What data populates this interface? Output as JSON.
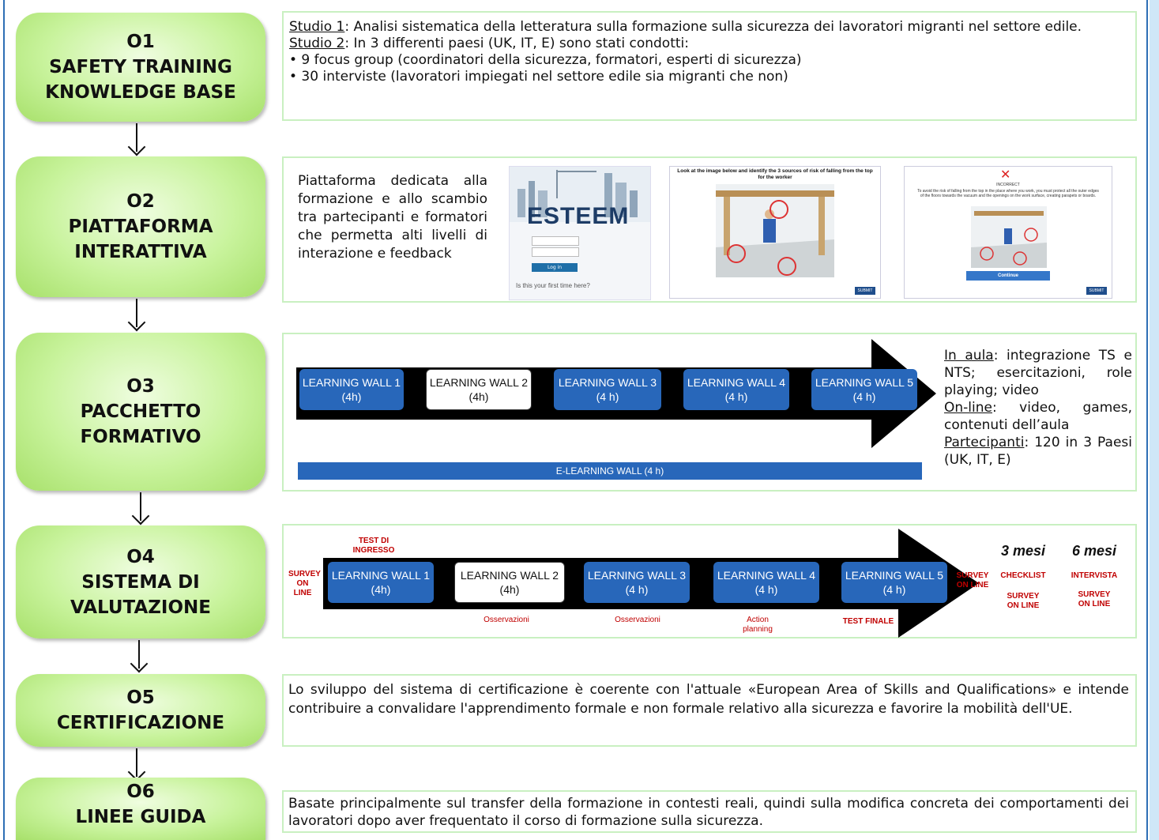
{
  "objectives": [
    {
      "code": "O1",
      "lines": [
        "SAFETY TRAINING",
        "KNOWLEDGE BASE"
      ]
    },
    {
      "code": "O2",
      "lines": [
        "PIATTAFORMA",
        "INTERATTIVA"
      ]
    },
    {
      "code": "O3",
      "lines": [
        "PACCHETTO",
        "FORMATIVO"
      ]
    },
    {
      "code": "O4",
      "lines": [
        "SISTEMA DI",
        "VALUTAZIONE"
      ]
    },
    {
      "code": "O5",
      "lines": [
        "CERTIFICAZIONE"
      ]
    },
    {
      "code": "O6",
      "lines": [
        "LINEE GUIDA"
      ]
    }
  ],
  "o1": {
    "studio1_label": "Studio 1",
    "studio1_text": ": Analisi sistematica della letteratura sulla formazione sulla sicurezza dei lavoratori migranti nel settore edile.",
    "studio2_label": "Studio 2",
    "studio2_text": ": In 3 differenti paesi (UK, IT, E) sono stati condotti:",
    "bullets": [
      "• 9 focus group (coordinatori della sicurezza, formatori, esperti di sicurezza)",
      "• 30 interviste (lavoratori impiegati nel settore edile sia migranti che non)"
    ]
  },
  "o2": {
    "description": "Piattaforma dedicata alla formazione e allo scambio tra partecipanti e formatori che permetta alti livelli di interazione e feedback",
    "login": {
      "logo": "ESTEEM",
      "first_time": "Is this your first time here?",
      "login_button": "Log in"
    },
    "exercise": {
      "title": "Look at the image below and identify the 3 sources of risk of falling from the top for the worker",
      "submit": "SUBMIT"
    },
    "feedback": {
      "heading": "INCORRECT",
      "text": "To avoid the risk of falling from the top in the place where you work, you must protect all the outer edges of the floors towards the vacuum and the openings on the work surface, creating parapets or boards.",
      "continue": "Continue",
      "submit": "SUBMIT"
    }
  },
  "o3": {
    "walls": [
      {
        "title": "LEARNING WALL 1",
        "duration": "(4h)",
        "style": "blue"
      },
      {
        "title": "LEARNING WALL 2",
        "duration": "(4h)",
        "style": "white"
      },
      {
        "title": "LEARNING WALL 3",
        "duration": "(4 h)",
        "style": "blue"
      },
      {
        "title": "LEARNING WALL 4",
        "duration": "(4 h)",
        "style": "blue"
      },
      {
        "title": "LEARNING WALL 5",
        "duration": "(4 h)",
        "style": "blue"
      }
    ],
    "elearning": "E-LEARNING WALL (4 h)",
    "aula_label": "In aula",
    "aula_text": ": integrazione TS e NTS; esercitazioni, role playing; video",
    "online_label": "On-line",
    "online_text": ": video, games, contenuti dell’aula",
    "partecipanti_label": "Partecipanti",
    "partecipanti_text": ": 120 in 3 Paesi (UK, IT, E)"
  },
  "o4": {
    "walls": [
      {
        "title": "LEARNING WALL 1",
        "duration": "(4h)",
        "style": "blue"
      },
      {
        "title": "LEARNING WALL 2",
        "duration": "(4h)",
        "style": "white"
      },
      {
        "title": "LEARNING WALL 3",
        "duration": "(4 h)",
        "style": "blue"
      },
      {
        "title": "LEARNING WALL 4",
        "duration": "(4 h)",
        "style": "blue"
      },
      {
        "title": "LEARNING WALL 5",
        "duration": "(4 h)",
        "style": "blue"
      }
    ],
    "survey_left": "SURVEY ON LINE",
    "test_ingresso": "TEST DI INGRESSO",
    "osservazioni_1": "Osservazioni",
    "osservazioni_2": "Osservazioni",
    "action_planning": "Action planning",
    "test_finale": "TEST FINALE",
    "survey_right": "SURVEY ON LINE",
    "m3": "3 mesi",
    "m6": "6 mesi",
    "checklist": "CHECKLIST",
    "intervista": "INTERVISTA",
    "survey_3m": "SURVEY ON LINE",
    "survey_6m": "SURVEY ON LINE"
  },
  "o5": {
    "text": "Lo sviluppo del sistema di certificazione è coerente con l'attuale «European Area of Skills and Qualifications» e intende contribuire a convalidare l'apprendimento formale e non formale relativo alla sicurezza e favorire la mobilità dell'UE."
  },
  "o6": {
    "text": "Basate principalmente sul transfer della formazione in contesti reali, quindi sulla modifica concreta dei comportamenti dei lavoratori dopo aver frequentato il corso di formazione sulla sicurezza."
  }
}
